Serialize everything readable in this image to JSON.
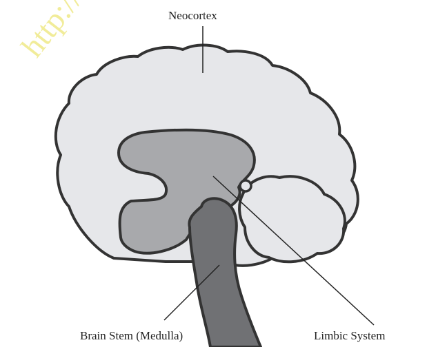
{
  "watermark": "http://www.",
  "labels": {
    "neocortex": "Neocortex",
    "brain_stem": "Brain Stem (Medulla)",
    "limbic_system": "Limbic System"
  },
  "colors": {
    "outline": "#333333",
    "neocortex_fill": "#e6e7ea",
    "limbic_fill": "#a8a9ac",
    "brainstem_fill": "#707174",
    "leader_line": "#222222"
  }
}
